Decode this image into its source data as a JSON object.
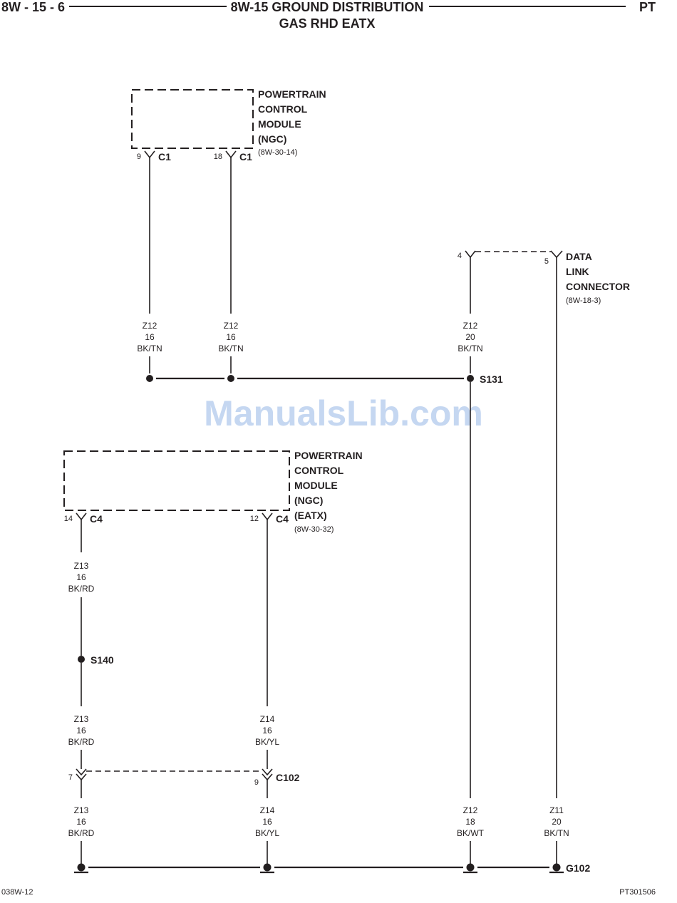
{
  "header": {
    "page_number": "8W - 15 - 6",
    "title": "8W-15 GROUND DISTRIBUTION",
    "subtitle": "GAS RHD EATX",
    "section_code": "PT"
  },
  "watermark": "ManualsLib.com",
  "components": {
    "pcm_c1": {
      "name_lines": [
        "POWERTRAIN",
        "CONTROL",
        "MODULE",
        "(NGC)"
      ],
      "ref": "(8W-30-14)",
      "pins": [
        {
          "pin": "9",
          "connector": "C1"
        },
        {
          "pin": "18",
          "connector": "C1"
        }
      ]
    },
    "pcm_c4": {
      "name_lines": [
        "POWERTRAIN",
        "CONTROL",
        "MODULE",
        "(NGC)",
        "(EATX)"
      ],
      "ref": "(8W-30-32)",
      "pins": [
        {
          "pin": "14",
          "connector": "C4"
        },
        {
          "pin": "12",
          "connector": "C4"
        }
      ]
    },
    "dlc": {
      "name_lines": [
        "DATA",
        "LINK",
        "CONNECTOR"
      ],
      "ref": "(8W-18-3)",
      "pins": [
        {
          "pin": "4"
        },
        {
          "pin": "5"
        }
      ]
    },
    "c102": {
      "name": "C102",
      "pins": [
        {
          "pin": "7"
        },
        {
          "pin": "9"
        }
      ]
    }
  },
  "splices": {
    "s131": "S131",
    "s140": "S140"
  },
  "ground": "G102",
  "wires": {
    "pcm_pin9": [
      "Z12",
      "16",
      "BK/TN"
    ],
    "pcm_pin18": [
      "Z12",
      "16",
      "BK/TN"
    ],
    "dlc_pin4": [
      "Z12",
      "20",
      "BK/TN"
    ],
    "pcm_pin14": [
      "Z13",
      "16",
      "BK/RD"
    ],
    "s140_out": [
      "Z13",
      "16",
      "BK/RD"
    ],
    "pcm_pin12": [
      "Z14",
      "16",
      "BK/YL"
    ],
    "c102_pin7_out": [
      "Z13",
      "16",
      "BK/RD"
    ],
    "c102_pin9_out": [
      "Z14",
      "16",
      "BK/YL"
    ],
    "s131_out": [
      "Z12",
      "18",
      "BK/WT"
    ],
    "dlc_pin5": [
      "Z11",
      "20",
      "BK/TN"
    ]
  },
  "footer": {
    "left_code": "038W-12",
    "right_code": "PT301506"
  }
}
